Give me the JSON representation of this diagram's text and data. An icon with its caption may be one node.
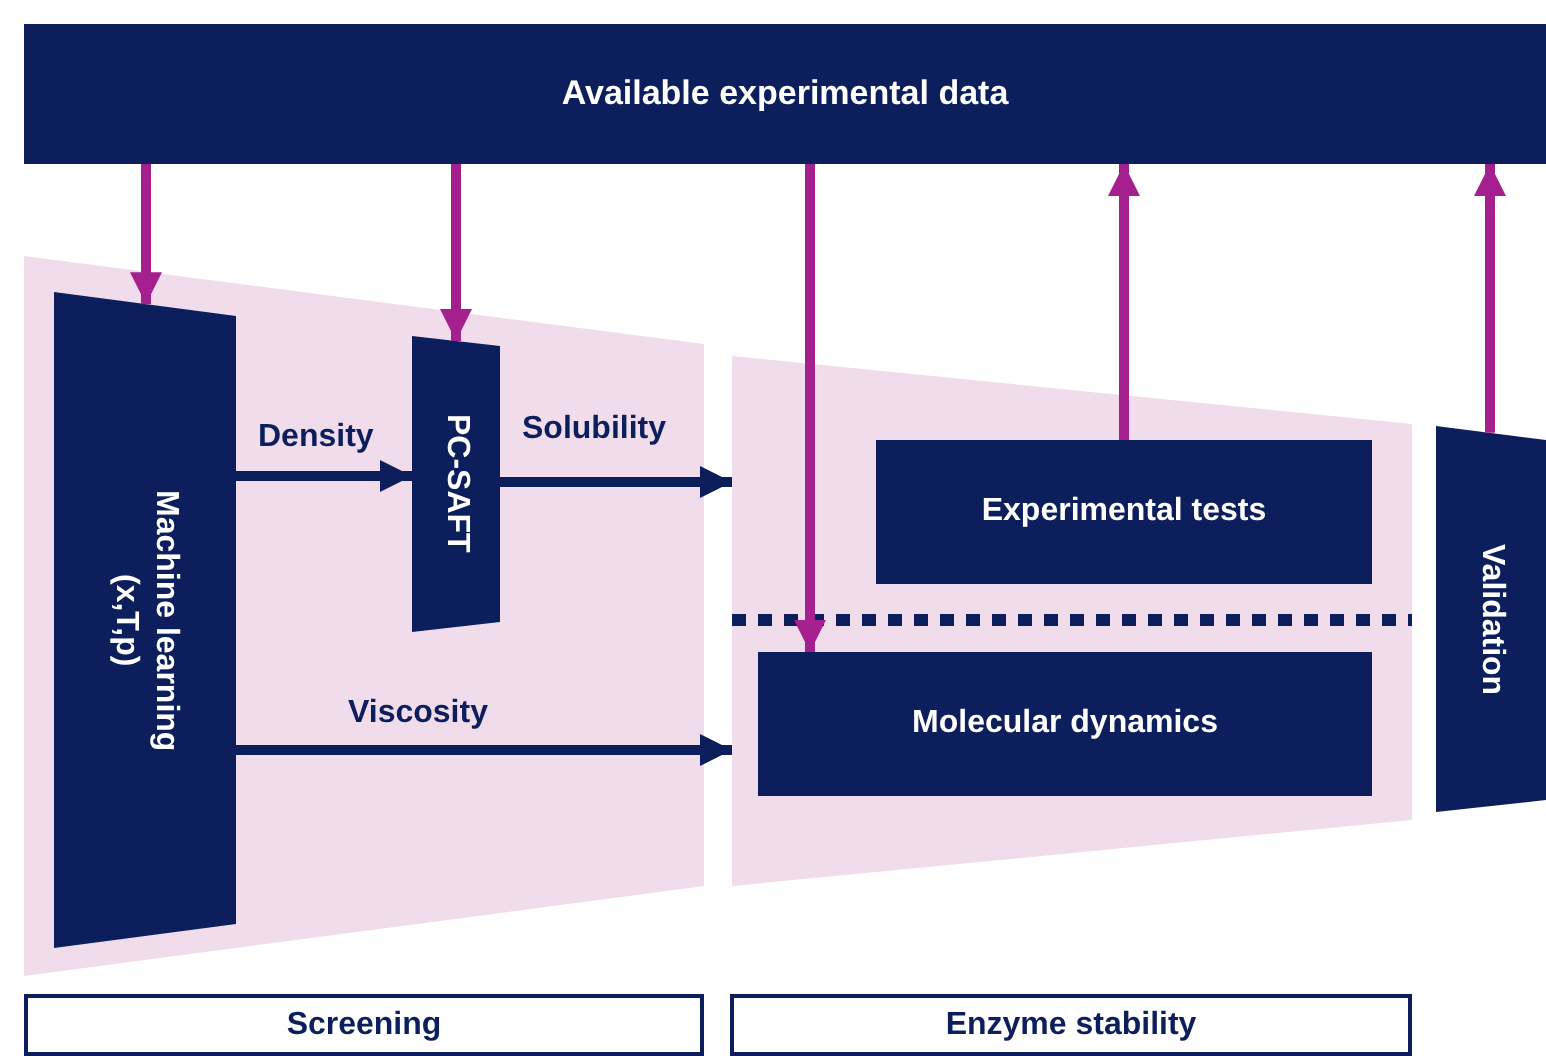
{
  "diagram": {
    "nodes": [
      {
        "text": [
          "Available experimental data"
        ]
      },
      {
        "text": [],
        "shape": "box"
      },
      {
        "text": [
          "Machine learning (x,T,p)"
        ],
        "in": 1
      },
      {
        "text": [
          "PC-SAFT"
        ],
        "in": 1
      },
      {
        "text": [],
        "shape": "box"
      },
      {
        "text": [
          "Experimental tests"
        ],
        "in": 4
      },
      {
        "text": [
          "Molecular dynamics"
        ],
        "in": 4
      },
      {
        "text": [
          "Validation"
        ]
      },
      {
        "text": [
          "Screening"
        ]
      },
      {
        "text": [
          "Enzyme stability"
        ]
      }
    ],
    "edges": [
      {
        "from": 0,
        "to": 2,
        "arrow": "to"
      },
      {
        "from": 0,
        "to": 3,
        "arrow": "to"
      },
      {
        "from": 0,
        "to": 6,
        "arrow": "to"
      },
      {
        "from": 5,
        "to": 0,
        "arrow": "to"
      },
      {
        "from": 7,
        "to": 0,
        "arrow": "to"
      },
      {
        "from": 2,
        "to": 3,
        "arrow": "to",
        "label": "Density",
        "color": "#0c1f5c"
      },
      {
        "from": 3,
        "to": 4,
        "arrow": "to",
        "label": "Solubility",
        "color": "#0c1f5c"
      },
      {
        "from": 2,
        "to": 4,
        "arrow": "to",
        "label": "Viscosity",
        "color": "#0c1f5c"
      }
    ]
  }
}
